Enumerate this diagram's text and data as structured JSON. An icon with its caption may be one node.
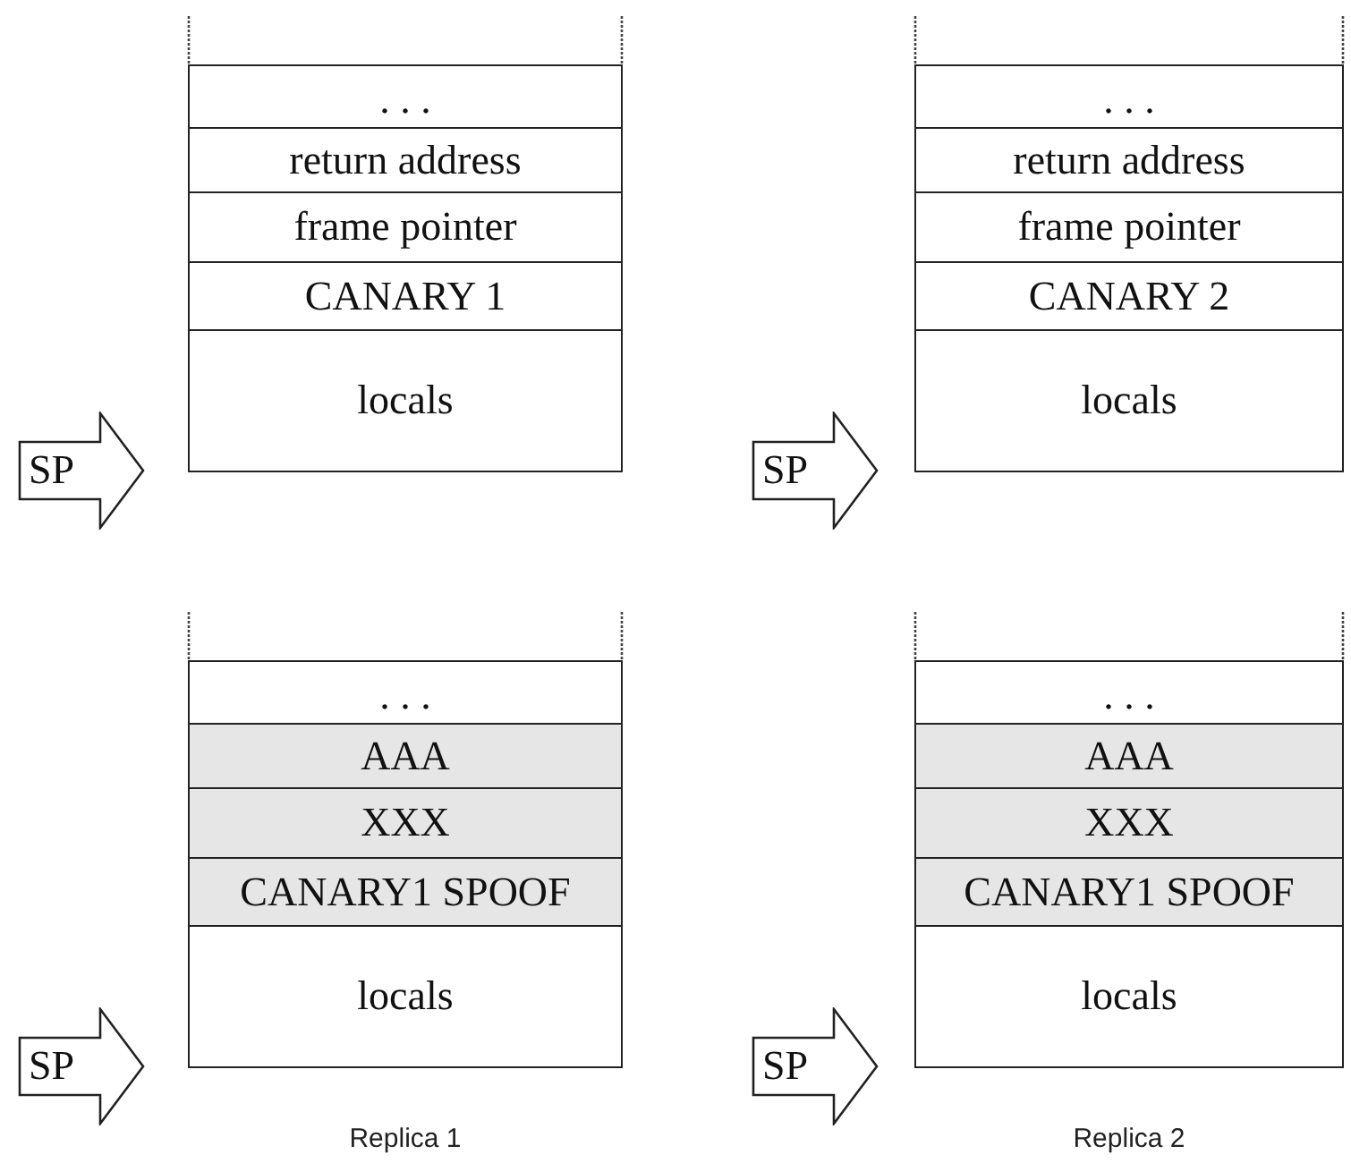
{
  "diagram": {
    "nodes": [
      {
        "text": [
          ". . ."
        ]
      },
      {
        "text": [
          "return address"
        ]
      },
      {
        "text": [
          "frame pointer"
        ]
      },
      {
        "text": [
          "CANARY 1"
        ]
      },
      {
        "text": [
          "locals"
        ]
      },
      {
        "text": [
          "SP"
        ]
      },
      {
        "text": [
          ". . ."
        ]
      },
      {
        "text": [
          "return address"
        ]
      },
      {
        "text": [
          "frame pointer"
        ]
      },
      {
        "text": [
          "CANARY 2"
        ]
      },
      {
        "text": [
          "locals"
        ]
      },
      {
        "text": [
          "SP"
        ]
      },
      {
        "text": [
          ". . ."
        ]
      },
      {
        "text": [
          "AAA"
        ]
      },
      {
        "text": [
          "XXX"
        ]
      },
      {
        "text": [
          "CANARY1 SPOOF"
        ]
      },
      {
        "text": [
          "locals"
        ]
      },
      {
        "text": [
          "SP"
        ]
      },
      {
        "text": [
          ". . ."
        ]
      },
      {
        "text": [
          "AAA"
        ]
      },
      {
        "text": [
          "XXX"
        ]
      },
      {
        "text": [
          "CANARY1 SPOOF"
        ]
      },
      {
        "text": [
          "locals"
        ]
      },
      {
        "text": [
          "SP"
        ]
      }
    ],
    "labels": [
      "Replica 1",
      "Replica 2"
    ]
  }
}
